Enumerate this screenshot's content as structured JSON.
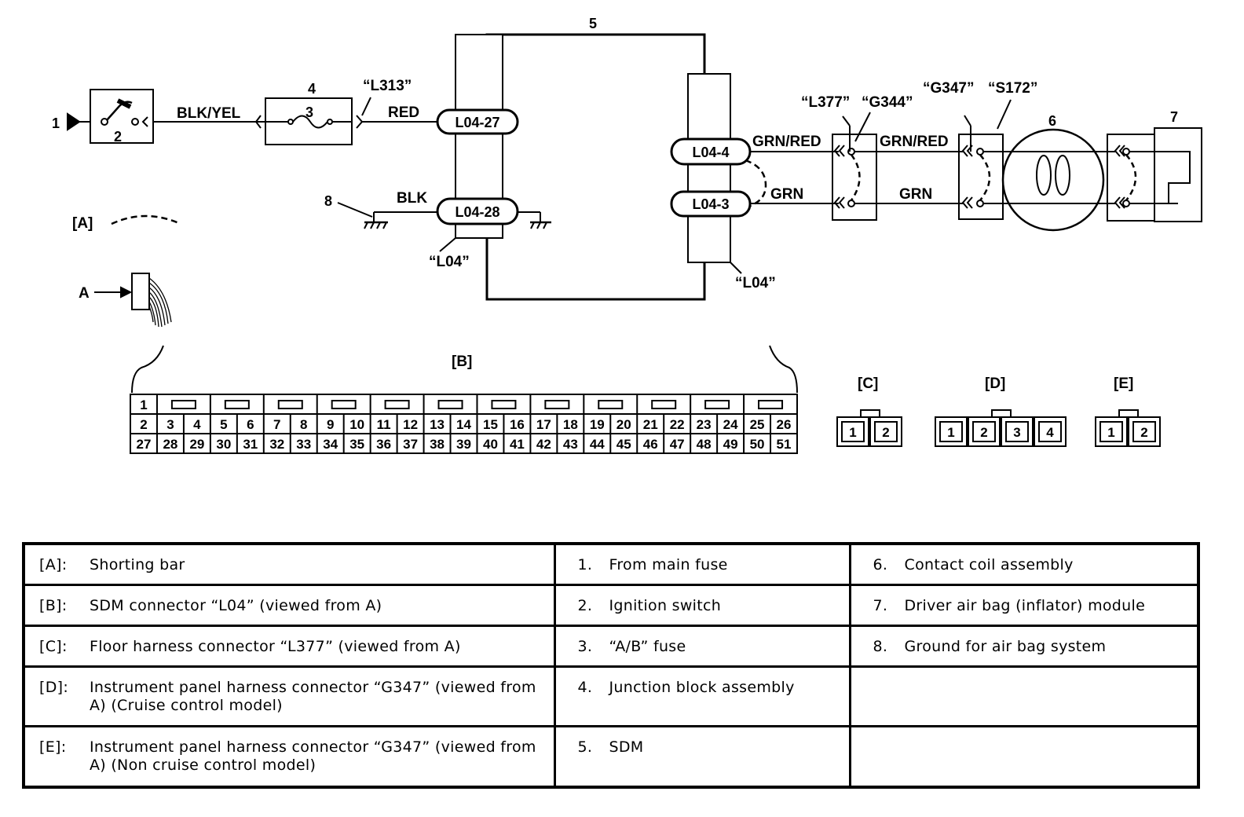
{
  "diagram": {
    "components": {
      "from_main_fuse": "1",
      "ignition_switch": "2",
      "fuse": "3",
      "junction_block": "4",
      "sdm": "5",
      "contact_coil": "6",
      "airbag_module": "7",
      "ground": "8"
    },
    "wires": {
      "blk_yel": "BLK/YEL",
      "red": "RED",
      "blk": "BLK",
      "grn_red_1": "GRN/RED",
      "grn_1": "GRN",
      "grn_red_2": "GRN/RED",
      "grn_2": "GRN"
    },
    "terminals": {
      "l04_27": "L04-27",
      "l04_28": "L04-28",
      "l04_4": "L04-4",
      "l04_3": "L04-3"
    },
    "connector_tags": {
      "l313": "“L313”",
      "l04_left": "“L04”",
      "l04_right": "“L04”",
      "l377": "“L377”",
      "g344": "“G344”",
      "g347": "“G347”",
      "s172": "“S172”"
    },
    "callouts": {
      "a": "[A]",
      "b": "[B]",
      "c": "[C]",
      "d": "[D]",
      "e": "[E]",
      "view_a": "A"
    },
    "connector_b": {
      "row2": [
        "2",
        "3",
        "4",
        "5",
        "6",
        "7",
        "8",
        "9",
        "10",
        "11",
        "12",
        "13",
        "14",
        "15",
        "16",
        "17",
        "18",
        "19",
        "20",
        "21",
        "22",
        "23",
        "24",
        "25",
        "26"
      ],
      "row3": [
        "27",
        "28",
        "29",
        "30",
        "31",
        "32",
        "33",
        "34",
        "35",
        "36",
        "37",
        "38",
        "39",
        "40",
        "41",
        "42",
        "43",
        "44",
        "45",
        "46",
        "47",
        "48",
        "49",
        "50",
        "51"
      ],
      "pin1": "1"
    },
    "connector_c": [
      "1",
      "2"
    ],
    "connector_d": [
      "1",
      "2",
      "3",
      "4"
    ],
    "connector_e": [
      "1",
      "2"
    ]
  },
  "legend": {
    "col1": [
      {
        "key": "[A]:",
        "text": "Shorting bar"
      },
      {
        "key": "[B]:",
        "text": "SDM connector “L04” (viewed from A)"
      },
      {
        "key": "[C]:",
        "text": "Floor harness connector “L377” (viewed from A)"
      },
      {
        "key": "[D]:",
        "text": "Instrument panel harness connector “G347” (viewed from A) (Cruise control model)"
      },
      {
        "key": "[E]:",
        "text": "Instrument panel harness connector “G347” (viewed from A) (Non cruise control model)"
      }
    ],
    "col2": [
      {
        "key": "1.",
        "text": "From main fuse"
      },
      {
        "key": "2.",
        "text": "Ignition switch"
      },
      {
        "key": "3.",
        "text": "“A/B” fuse"
      },
      {
        "key": "4.",
        "text": "Junction block assembly"
      },
      {
        "key": "5.",
        "text": "SDM"
      }
    ],
    "col3": [
      {
        "key": "6.",
        "text": "Contact coil assembly"
      },
      {
        "key": "7.",
        "text": "Driver air bag (inflator) module"
      },
      {
        "key": "8.",
        "text": "Ground for air bag system"
      }
    ]
  }
}
